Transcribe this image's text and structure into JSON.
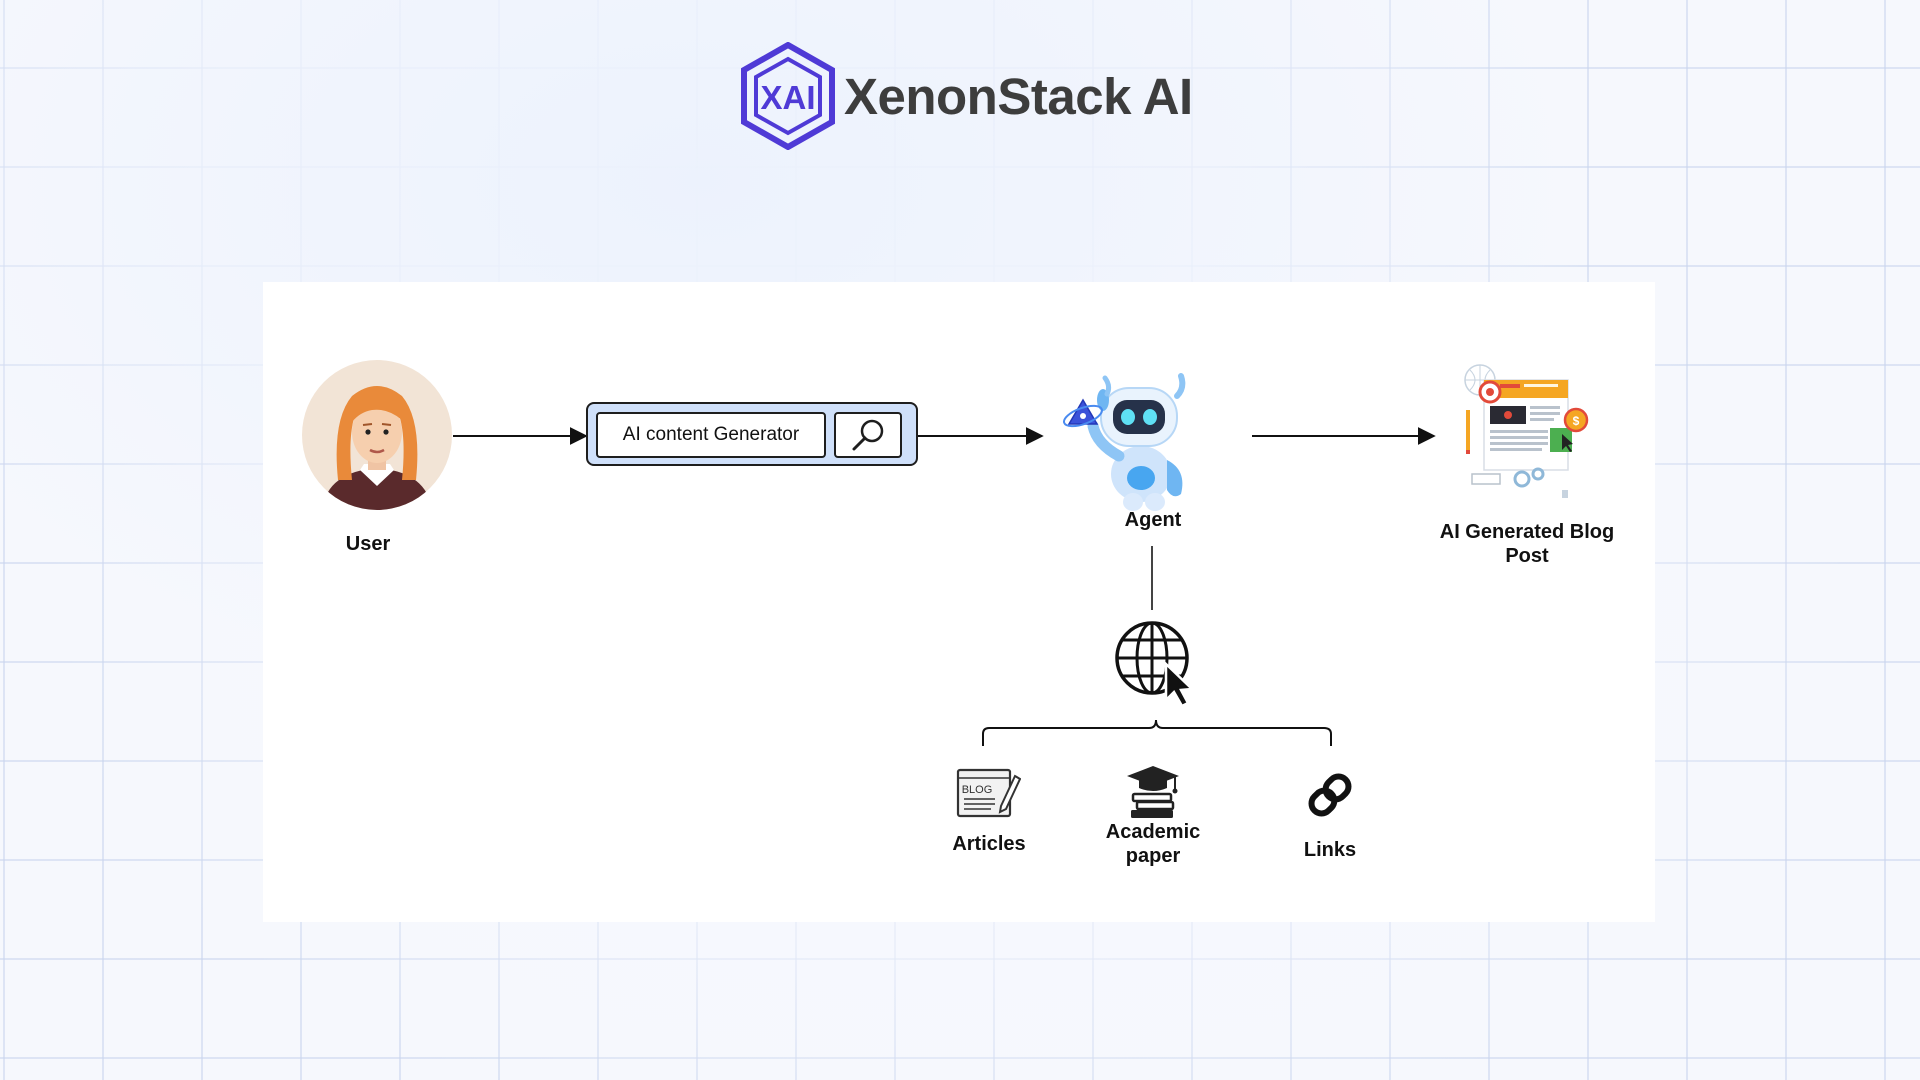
{
  "brand": {
    "name": "XenonStack AI",
    "logo_icon": "xai-hexagon-logo-icon",
    "accent_color": "#4f3ad6"
  },
  "diagram": {
    "user": {
      "label": "User",
      "icon": "user-avatar-icon"
    },
    "search": {
      "placeholder_text": "AI content Generator",
      "icon": "search-icon"
    },
    "agent": {
      "label": "Agent",
      "icon": "robot-icon"
    },
    "output": {
      "label_line1": "AI Generated Blog",
      "label_line2": "Post",
      "icon": "blog-post-icon"
    },
    "web": {
      "icon": "globe-cursor-icon"
    },
    "sources": [
      {
        "label": "Articles",
        "icon": "blog-article-icon"
      },
      {
        "label_line1": "Academic",
        "label_line2": "paper",
        "icon": "academic-paper-icon"
      },
      {
        "label": "Links",
        "icon": "link-icon"
      }
    ]
  }
}
